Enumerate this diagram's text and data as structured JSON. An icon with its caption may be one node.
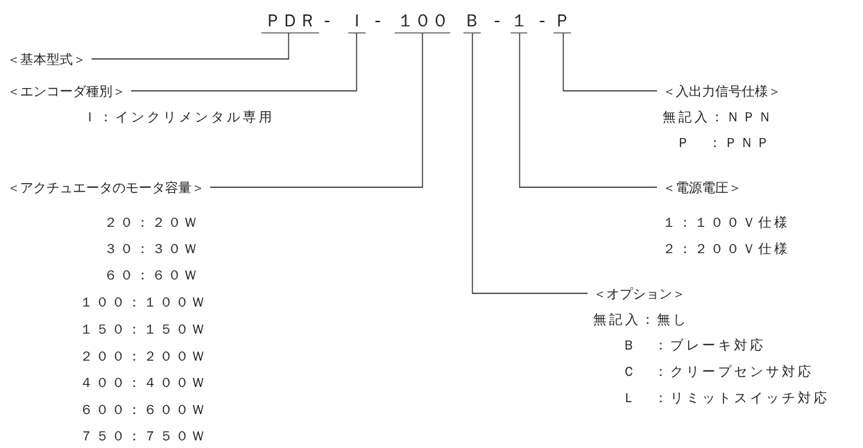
{
  "diagram": {
    "nodes": [
      {
        "text": [
          "ＰＤＲ"
        ]
      },
      {
        "text": [
          "Ｉ"
        ]
      },
      {
        "text": [
          "１００"
        ]
      },
      {
        "text": [
          "Ｂ"
        ]
      },
      {
        "text": [
          "１"
        ]
      },
      {
        "text": [
          "Ｐ"
        ]
      },
      {
        "text": [
          "＜基本型式＞"
        ]
      },
      {
        "text": [
          "＜エンコーダ種別＞"
        ]
      },
      {
        "text": [
          "＜入出力信号仕様＞"
        ]
      },
      {
        "text": [
          "＜アクチュエータのモータ容量＞"
        ]
      },
      {
        "text": [
          "＜電源電圧＞"
        ]
      },
      {
        "text": [
          "＜オプション＞"
        ]
      }
    ],
    "edges": [
      {
        "from": 0,
        "to": 6,
        "arrow": "none"
      },
      {
        "from": 1,
        "to": 7,
        "arrow": "none"
      },
      {
        "from": 5,
        "to": 8,
        "arrow": "none"
      },
      {
        "from": 2,
        "to": 9,
        "arrow": "none"
      },
      {
        "from": 4,
        "to": 10,
        "arrow": "none"
      },
      {
        "from": 3,
        "to": 11,
        "arrow": "none"
      }
    ],
    "labels": [
      "-",
      "-",
      "-",
      "-",
      "Ｉ：インクリメンタル専用",
      "無記入：ＮＰＮ",
      "Ｐ　：ＰＮＰ",
      "２０：２０Ｗ",
      "３０：３０Ｗ",
      "６０：６０Ｗ",
      "１００：１００Ｗ",
      "１５０：１５０Ｗ",
      "２００：２００Ｗ",
      "４００：４００Ｗ",
      "６００：６００Ｗ",
      "７５０：７５０Ｗ",
      "１：１００Ｖ仕様",
      "２：２００Ｖ仕様",
      "無記入：無し",
      "Ｂ　：ブレーキ対応",
      "Ｃ　：クリープセンサ対応",
      "Ｌ　：リミットスイッチ対応"
    ]
  }
}
